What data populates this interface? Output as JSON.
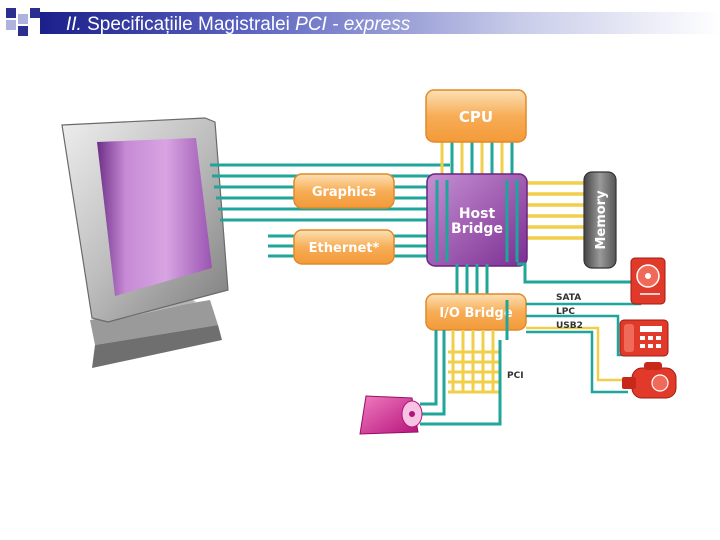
{
  "slide": {
    "title_prefix": "II.",
    "title_main": " Specificațiile Magistralei ",
    "title_italic": "PCI - express"
  },
  "diagram": {
    "nodes": {
      "cpu": "CPU",
      "graphics": "Graphics",
      "ethernet": "Ethernet*",
      "host_bridge_line1": "Host",
      "host_bridge_line2": "Bridge",
      "memory": "Memory",
      "io_bridge": "I/O Bridge"
    },
    "bus_labels": {
      "sata": "SATA",
      "lpc": "LPC",
      "usb2": "USB2",
      "pci": "PCI"
    },
    "devices": [
      "monitor",
      "hard-drive",
      "telephone",
      "video-camera",
      "optical-drive"
    ],
    "colors": {
      "teal": "#1fa59a",
      "orange": "#f5a54a",
      "purple": "#8a3d9e",
      "yellow": "#f1cf4a",
      "red": "#e23a2a",
      "magenta": "#d63a9a"
    }
  }
}
